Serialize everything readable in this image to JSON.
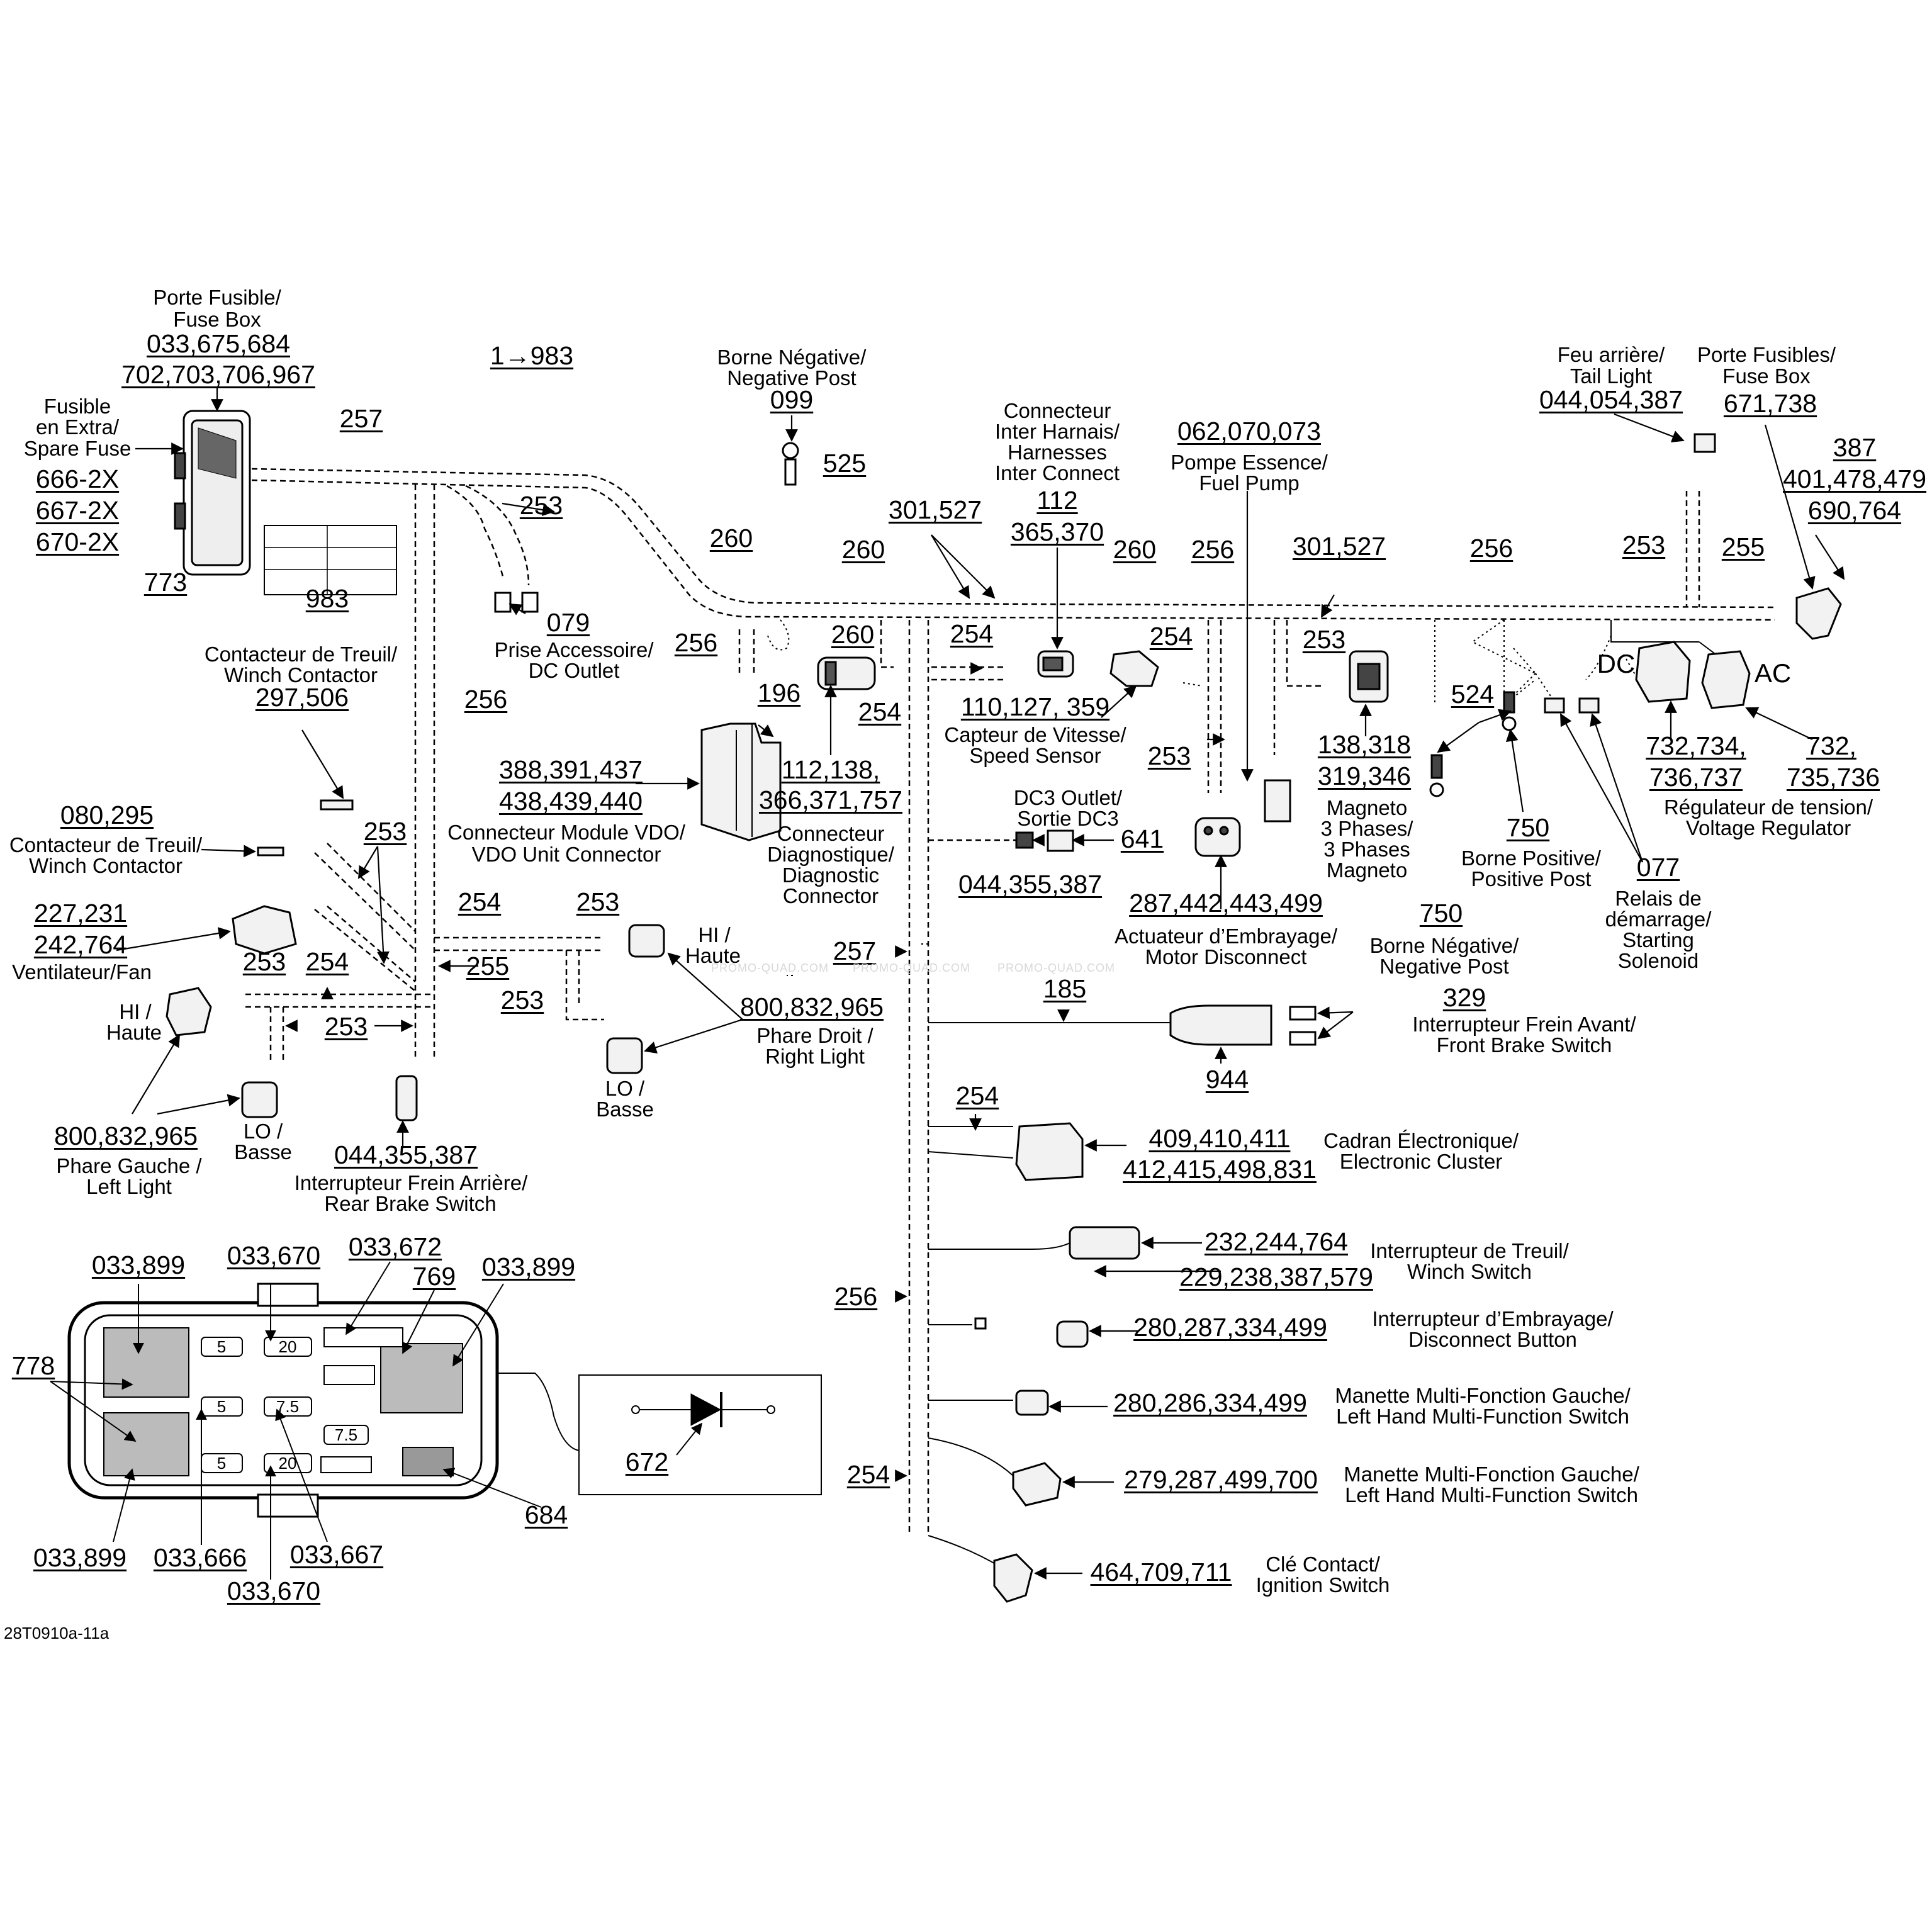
{
  "figure_id": "28T0910a-11a",
  "watermark": "PROMO-QUAD.COM",
  "callouts": {
    "fuse_box_top": {
      "fr": "Porte Fusible/",
      "en": "Fuse Box",
      "ref1": "033,675,684",
      "ref2": "702,703,706,967"
    },
    "spare_fuse": {
      "fr1": "Fusible",
      "fr2": "en Extra/",
      "en": "Spare Fuse",
      "ref1": "666-2X",
      "ref2": "667-2X",
      "ref3": "670-2X"
    },
    "ref_773": "773",
    "ref_983": "983",
    "ref_1to983": "1→983",
    "ref_257_top": "257",
    "ref_253_a": "253",
    "dc_outlet": {
      "ref": "079",
      "fr": "Prise Accessoire/",
      "en": "DC Outlet"
    },
    "neg_post_top": {
      "fr": "Borne Négative/",
      "en": "Negative Post",
      "ref": "099",
      "ref2": "525"
    },
    "ref_260_a": "260",
    "ref_260_b": "260",
    "ref_260_c": "260",
    "ref_260_d": "260",
    "ref_301_527_a": "301,527",
    "inter_connect": {
      "fr1": "Connecteur",
      "fr2": "Inter Harnais/",
      "en1": "Harnesses",
      "en2": "Inter Connect",
      "ref1": "112",
      "ref2": "365,370"
    },
    "fuel_pump": {
      "ref": "062,070,073",
      "fr": "Pompe Essence/",
      "en": "Fuel Pump"
    },
    "ref_256_a": "256",
    "ref_301_527_b": "301,527",
    "ref_256_b": "256",
    "tail_light": {
      "fr": "Feu arrière/",
      "en": "Tail Light",
      "ref": "044,054,387"
    },
    "fuse_box_right": {
      "fr": "Porte Fusibles/",
      "en": "Fuse Box",
      "ref": "671,738"
    },
    "ref_387_group": {
      "ref1": "387",
      "ref2": "401,478,479",
      "ref3": "690,764"
    },
    "ref_253_b": "253",
    "ref_255_a": "255",
    "ref_256_c": "256",
    "ref_196": "196",
    "ref_254_a": "254",
    "ref_254_b": "254",
    "ref_254_c": "254",
    "ref_253_c": "253",
    "ref_253_d": "253",
    "winch_contactor_top": {
      "fr": "Contacteur de Treuil/",
      "en": "Winch Contactor",
      "ref": "297,506"
    },
    "ref_256_d": "256",
    "vdo_connector": {
      "ref1": "388,391,437",
      "ref2": "438,439,440",
      "fr": "Connecteur Module VDO/",
      "en": "VDO Unit Connector"
    },
    "diag_connector": {
      "ref1": "112,138,",
      "ref2": "366,371,757",
      "fr1": "Connecteur",
      "fr2": "Diagnostique/",
      "en1": "Diagnostic",
      "en2": "Connector"
    },
    "speed_sensor": {
      "ref": "110,127, 359",
      "fr": "Capteur de Vitesse/",
      "en": "Speed Sensor"
    },
    "dc3_outlet": {
      "en": "DC3 Outlet/",
      "fr": "Sortie DC3",
      "ref": "641",
      "ref2": "044,355,387"
    },
    "magneto": {
      "ref1": "138,318",
      "ref2": "319,346",
      "l1": "Magneto",
      "l2": "3 Phases/",
      "l3": "3 Phases",
      "l4": "Magneto"
    },
    "ref_524": "524",
    "dc_label": "DC",
    "ac_label": "AC",
    "voltage_reg": {
      "ref1": "732,734,",
      "ref2": "736,737",
      "ref3": "732,",
      "ref4": "735,736",
      "fr": "Régulateur de tension/",
      "en": "Voltage Regulator"
    },
    "pos_post": {
      "ref": "750",
      "fr": "Borne Positive/",
      "en": "Positive Post"
    },
    "starting_solenoid": {
      "ref": "077",
      "fr1": "Relais de",
      "fr2": "démarrage/",
      "en1": "Starting",
      "en2": "Solenoid"
    },
    "neg_post_right": {
      "ref": "750",
      "fr": "Borne Négative/",
      "en": "Negative Post"
    },
    "motor_disconnect": {
      "ref": "287,442,443,499",
      "fr": "Actuateur d’Embrayage/",
      "en": "Motor Disconnect"
    },
    "winch_contactor_left": {
      "ref": "080,295",
      "fr": "Contacteur de Treuil/",
      "en": "Winch Contactor"
    },
    "ref_253_e": "253",
    "fan": {
      "ref1": "227,231",
      "ref2": "242,764",
      "label": "Ventilateur/Fan"
    },
    "ref_254_d": "254",
    "ref_253_f": "253",
    "ref_255_b": "255",
    "ref_253_g": "253",
    "ref_254_e": "254",
    "ref_253_h": "253",
    "hi_right": {
      "l1": "HI /",
      "l2": "Haute"
    },
    "right_light": {
      "ref": "800,832,965",
      "fr": "Phare Droit /",
      "en": "Right Light"
    },
    "lo_right": {
      "l1": "LO /",
      "l2": "Basse"
    },
    "ref_257_b": "257",
    "ref_185": "185",
    "front_brake": {
      "ref": "329",
      "fr": "Interrupteur Frein Avant/",
      "en": "Front Brake Switch",
      "ref2": "944"
    },
    "hi_left": {
      "l1": "HI /",
      "l2": "Haute"
    },
    "ref_253_i": "253",
    "lo_left": {
      "l1": "LO /",
      "l2": "Basse"
    },
    "left_light": {
      "ref": "800,832,965",
      "fr": "Phare Gauche /",
      "en": "Left Light"
    },
    "rear_brake": {
      "ref": "044,355,387",
      "fr": "Interrupteur Frein Arrière/",
      "en": "Rear Brake Switch"
    },
    "ref_254_f": "254",
    "cluster": {
      "ref1": "409,410,411",
      "ref2": "412,415,498,831",
      "fr": "Cadran Électronique/",
      "en": "Electronic Cluster"
    },
    "winch_switch": {
      "ref1": "232,244,764",
      "ref2": "229,238,387,579",
      "fr": "Interrupteur de Treuil/",
      "en": "Winch Switch"
    },
    "disconnect_button": {
      "ref": "280,287,334,499",
      "fr": "Interrupteur d’Embrayage/",
      "en": "Disconnect Button"
    },
    "lh_switch_1": {
      "ref": "280,286,334,499",
      "fr": "Manette Multi-Fonction Gauche/",
      "en": "Left Hand Multi-Function Switch"
    },
    "lh_switch_2": {
      "ref": "279,287,499,700",
      "fr": "Manette Multi-Fonction Gauche/",
      "en": "Left Hand Multi-Function Switch"
    },
    "ignition": {
      "ref": "464,709,711",
      "fr": "Clé Contact/",
      "en": "Ignition Switch"
    },
    "ref_256_e": "256",
    "ref_254_g": "254",
    "fusebox_detail": {
      "ref_033_899_a": "033,899",
      "ref_033_670_a": "033,670",
      "ref_033_672": "033,672",
      "ref_769": "769",
      "ref_033_899_b": "033,899",
      "ref_778": "778",
      "ref_033_899_c": "033,899",
      "ref_033_666": "033,666",
      "ref_033_667": "033,667",
      "ref_033_670_b": "033,670",
      "ref_684": "684",
      "ref_672": "672",
      "fuse_5a": "5",
      "fuse_5b": "5",
      "fuse_5c": "5",
      "fuse_20a": "20",
      "fuse_20b": "20",
      "fuse_7_5a": "7.5",
      "fuse_7_5b": "7.5"
    }
  }
}
